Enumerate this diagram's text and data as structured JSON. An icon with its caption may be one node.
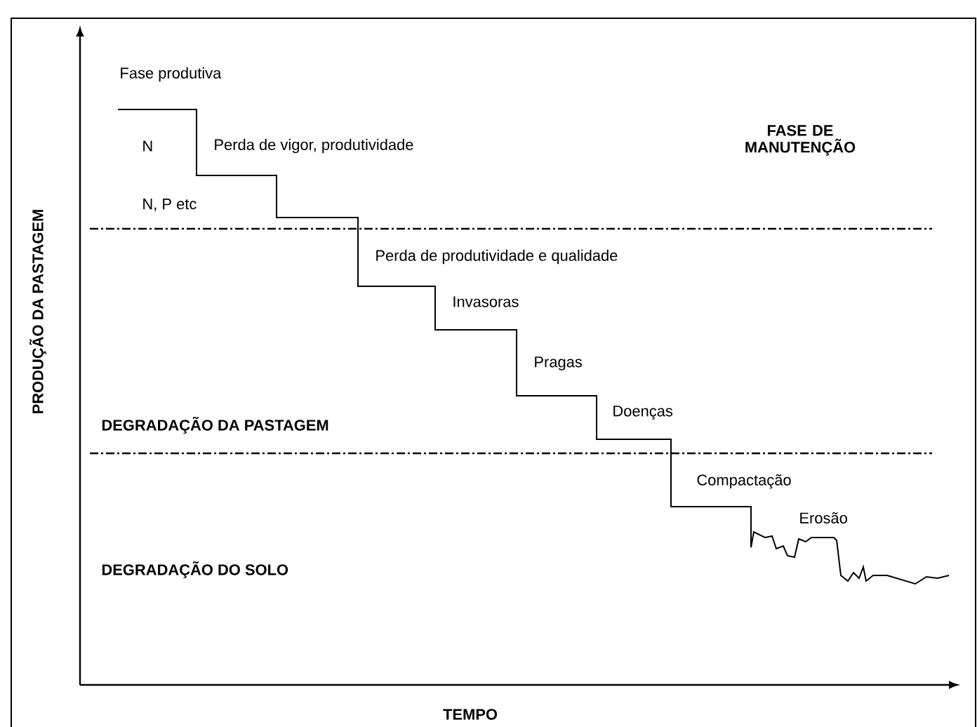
{
  "diagram": {
    "labels": [
      "Fase produtiva",
      "N",
      "Perda de vigor, produtividade",
      "FASE DE MANUTENÇÃO",
      "N, P etc",
      "Perda de produtividade e qualidade",
      "Invasoras",
      "Pragas",
      "Doenças",
      "DEGRADAÇÃO DA PASTAGEM",
      "Compactação",
      "Erosão",
      "DEGRADAÇÃO DO SOLO",
      "PRODUÇÃO DA PASTAGEM",
      "TEMPO"
    ]
  }
}
